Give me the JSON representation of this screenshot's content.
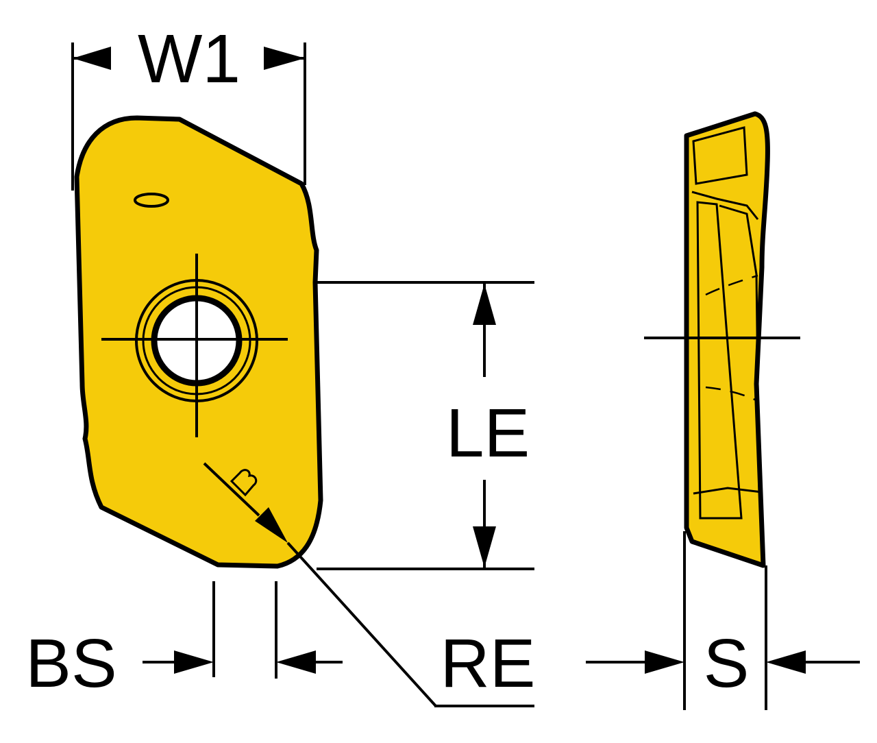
{
  "labels": {
    "w1": "W1",
    "le": "LE",
    "bs": "BS",
    "re": "RE",
    "s": "S"
  },
  "colors": {
    "insert_fill": "#f5cb0a",
    "line": "#000000",
    "background": "#ffffff"
  }
}
